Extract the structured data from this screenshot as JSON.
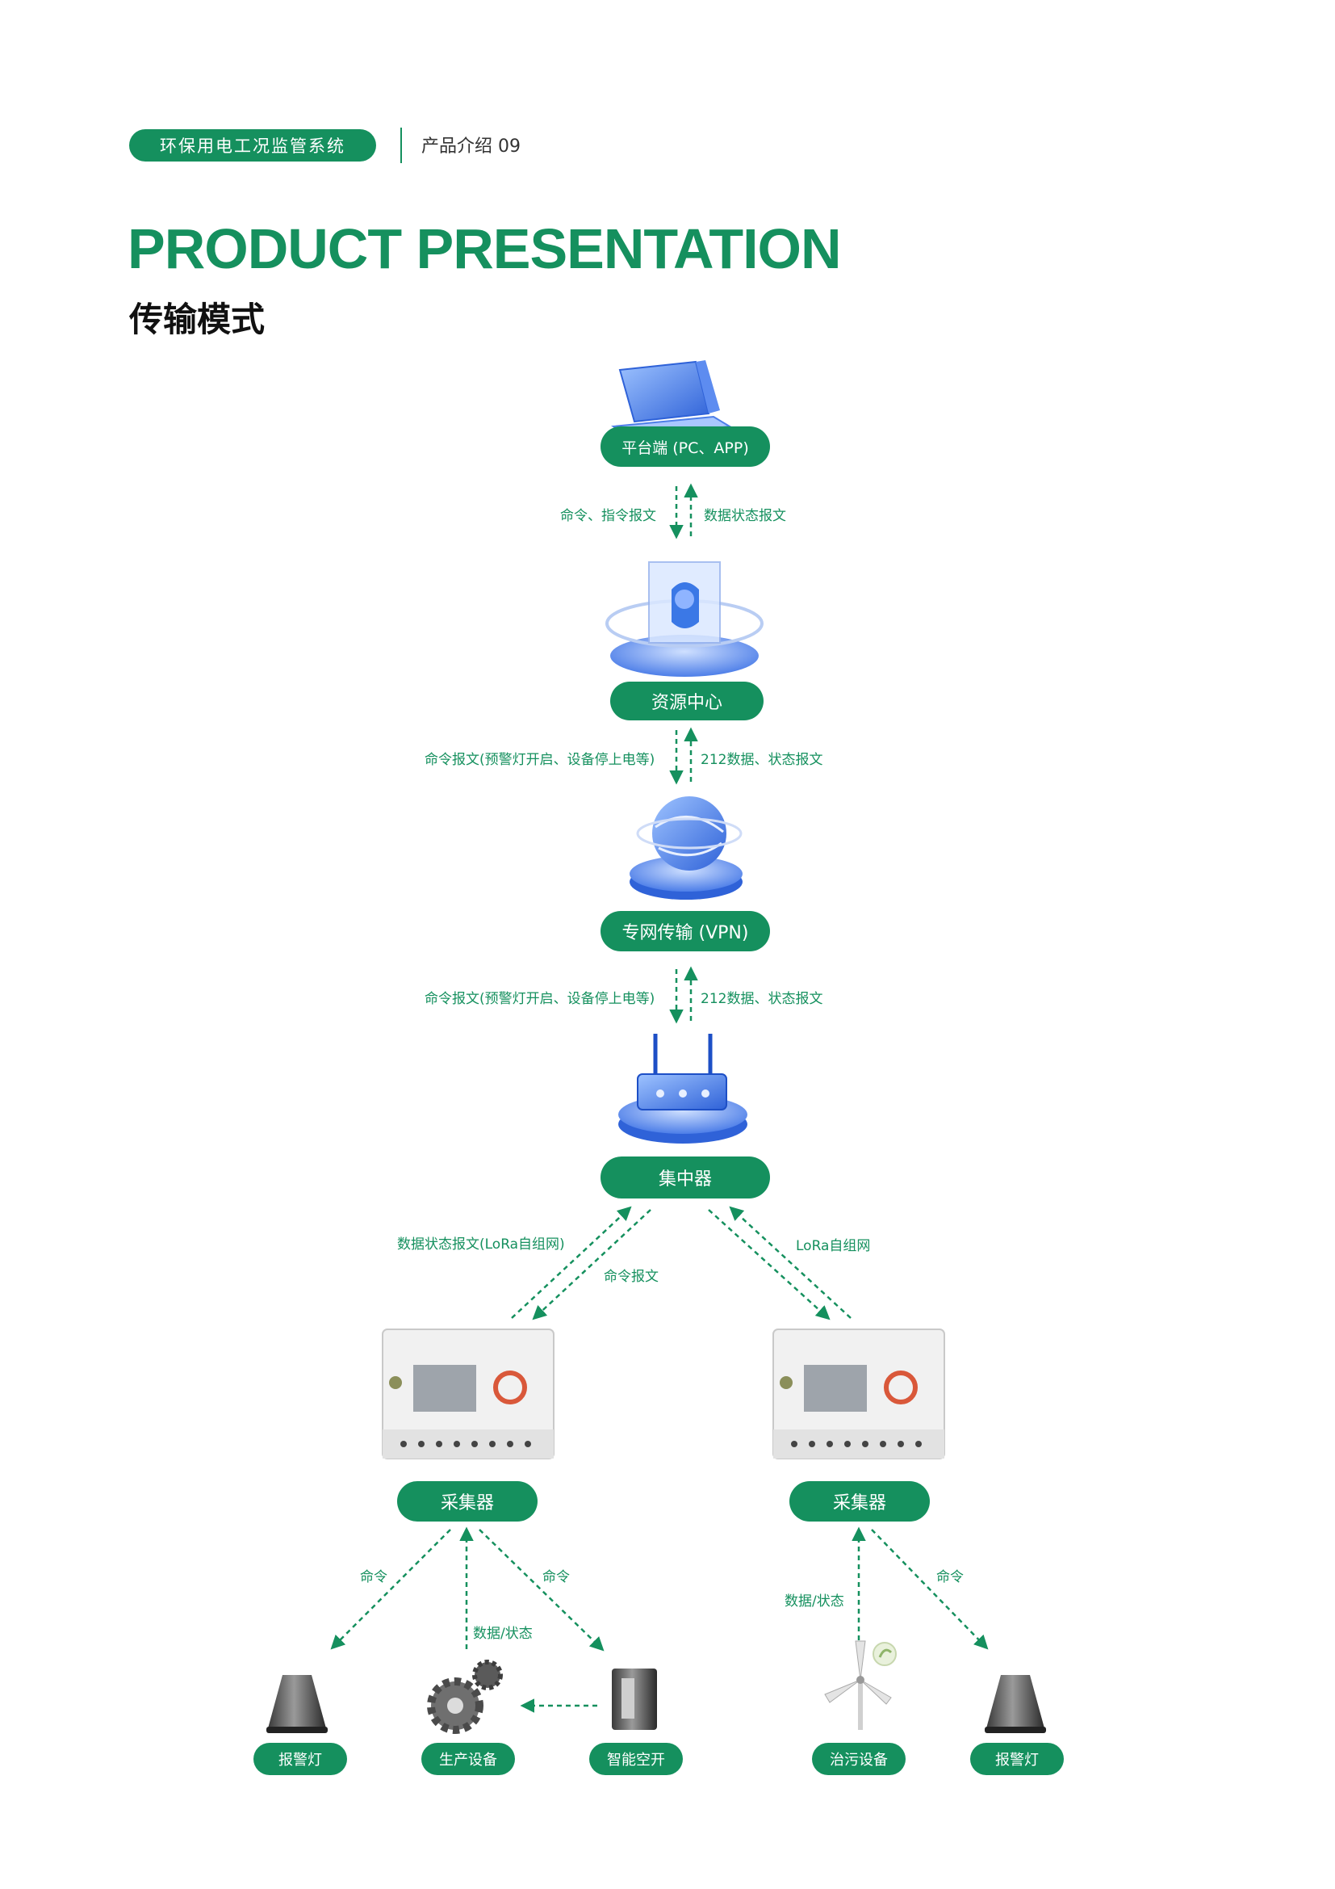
{
  "header": {
    "system_name": "环保用电工况监管系统",
    "section": "产品介绍 09"
  },
  "title_en": "PRODUCT  PRESENTATION",
  "title_cn": "传输模式",
  "nodes": {
    "platform": "平台端 (PC、APP)",
    "resource_center": "资源中心",
    "vpn": "专网传输 (VPN)",
    "concentrator": "集中器",
    "collector_left": "采集器",
    "collector_right": "采集器",
    "alarm_left": "报警灯",
    "production": "生产设备",
    "smart_breaker": "智能空开",
    "pollution_control": "治污设备",
    "alarm_right": "报警灯"
  },
  "edges": {
    "platform_down": "命令、指令报文",
    "platform_up": "数据状态报文",
    "resource_down": "命令报文(预警灯开启、设备停上电等)",
    "resource_up": "212数据、状态报文",
    "vpn_down": "命令报文(预警灯开启、设备停上电等)",
    "vpn_up": "212数据、状态报文",
    "left_up": "数据状态报文(LoRa自组网)",
    "left_down": "命令报文",
    "right_link": "LoRa自组网",
    "cmd_alarm_left": "命令",
    "data_status": "数据/状态",
    "cmd_breaker": "命令",
    "data_status_right": "数据/状态",
    "cmd_alarm_right": "命令"
  },
  "colors": {
    "accent": "#15905e",
    "icon_blue": "#3b78e6"
  }
}
